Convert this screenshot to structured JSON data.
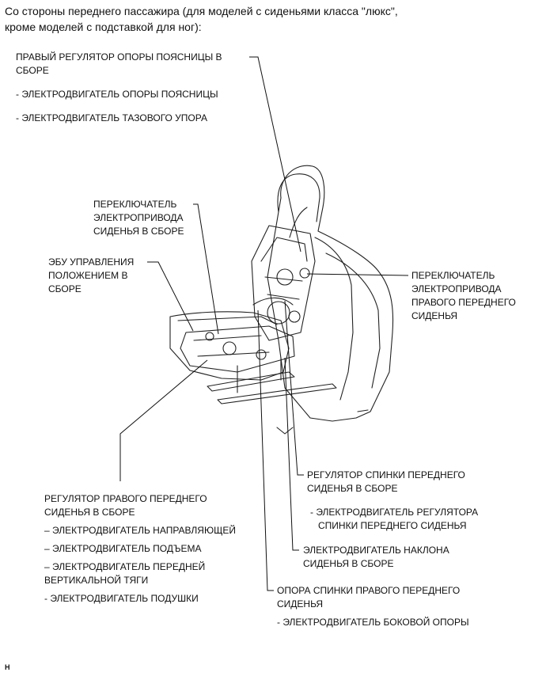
{
  "intro": {
    "line1": "Со стороны переднего пассажира (для моделей с сиденьями класса \"люкс\",",
    "line2": "кроме моделей с подставкой для ног):"
  },
  "labels": {
    "lumbar_adjuster": {
      "title_l1": "ПРАВЫЙ РЕГУЛЯТОР ОПОРЫ ПОЯСНИЦЫ В",
      "title_l2": "СБОРЕ",
      "sub1": "- ЭЛЕКТРОДВИГАТЕЛЬ ОПОРЫ ПОЯСНИЦЫ",
      "sub2": "- ЭЛЕКТРОДВИГАТЕЛЬ ТАЗОВОГО УПОРА"
    },
    "power_seat_switch": {
      "l1": "ПЕРЕКЛЮЧАТЕЛЬ",
      "l2": "ЭЛЕКТРОПРИВОДА",
      "l3": "СИДЕНЬЯ В СБОРЕ"
    },
    "position_ecu": {
      "l1": "ЭБУ УПРАВЛЕНИЯ",
      "l2": "ПОЛОЖЕНИЕМ В",
      "l3": "СБОРЕ"
    },
    "right_front_switch": {
      "l1": "ПЕРЕКЛЮЧАТЕЛЬ",
      "l2": "ЭЛЕКТРОПРИВОДА",
      "l3": "ПРАВОГО ПЕРЕДНЕГО",
      "l4": "СИДЕНЬЯ"
    },
    "seatback_adjuster": {
      "l1": "РЕГУЛЯТОР СПИНКИ ПЕРЕДНЕГО",
      "l2": "СИДЕНЬЯ В СБОРЕ",
      "sub1_l1": "- ЭЛЕКТРОДВИГАТЕЛЬ РЕГУЛЯТОРА",
      "sub1_l2": "СПИНКИ ПЕРЕДНЕГО СИДЕНЬЯ"
    },
    "seat_adjuster": {
      "l1": "РЕГУЛЯТОР ПРАВОГО ПЕРЕДНЕГО",
      "l2": "СИДЕНЬЯ В СБОРЕ",
      "sub1": "– ЭЛЕКТРОДВИГАТЕЛЬ НАПРАВЛЯЮЩЕЙ",
      "sub2": "– ЭЛЕКТРОДВИГАТЕЛЬ ПОДЪЕМА",
      "sub3_l1": "– ЭЛЕКТРОДВИГАТЕЛЬ ПЕРЕДНЕЙ",
      "sub3_l2": "ВЕРТИКАЛЬНОЙ ТЯГИ",
      "sub4": "- ЭЛЕКТРОДВИГАТЕЛЬ ПОДУШКИ"
    },
    "recline_motor": {
      "l1": "ЭЛЕКТРОДВИГАТЕЛЬ НАКЛОНА",
      "l2": "СИДЕНЬЯ В СБОРЕ"
    },
    "seatback_support": {
      "l1": "ОПОРА СПИНКИ ПРАВОГО ПЕРЕДНЕГО",
      "l2": "СИДЕНЬЯ",
      "sub1": "- ЭЛЕКТРОДВИГАТЕЛЬ БОКОВОЙ ОПОРЫ"
    }
  },
  "footer": {
    "code": "H"
  }
}
